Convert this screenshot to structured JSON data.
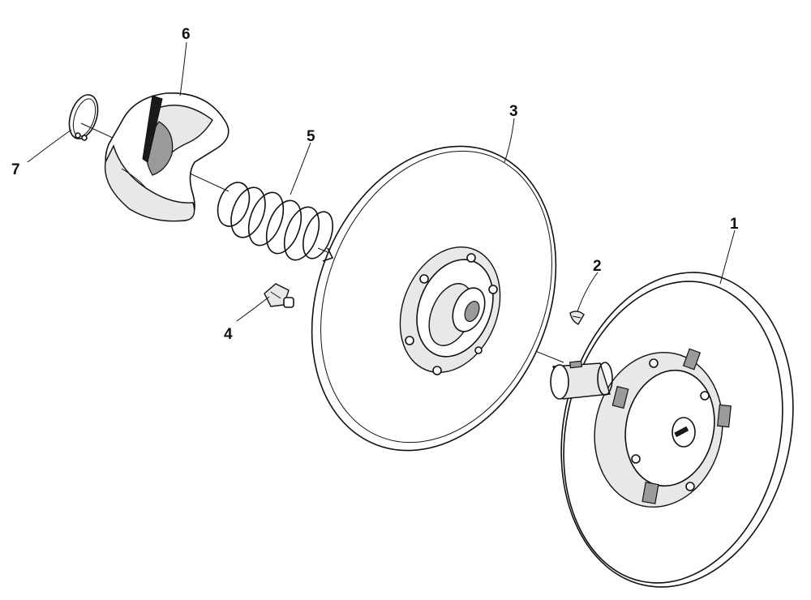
{
  "labels": {
    "part_1": "1",
    "part_2": "2",
    "part_3": "3",
    "part_4": "4",
    "part_5": "5",
    "part_6": "6",
    "part_7": "7"
  }
}
